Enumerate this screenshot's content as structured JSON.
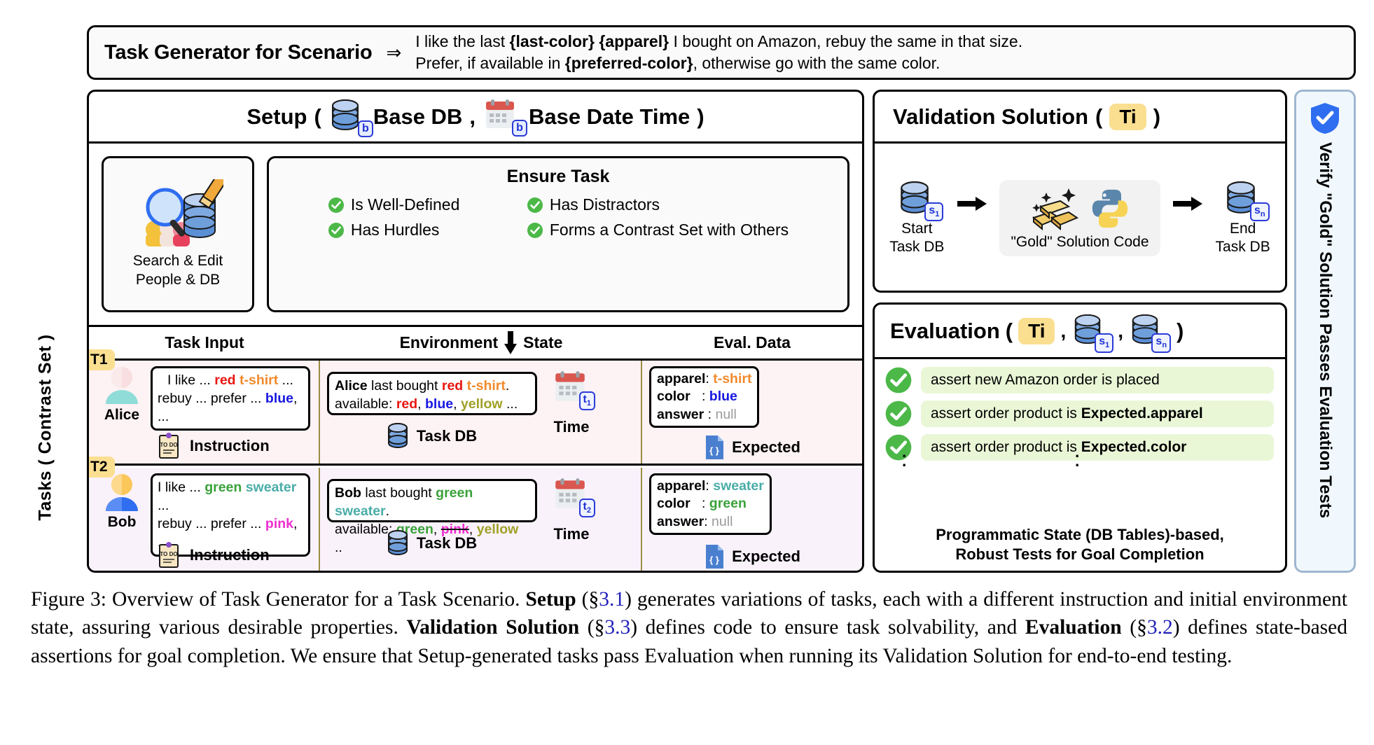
{
  "scenario": {
    "title": "Task Generator for Scenario",
    "arrow": "⇒",
    "line1_a": "I like the last ",
    "line1_v1": "{last-color}",
    "line1_b": " ",
    "line1_v2": "{apparel}",
    "line1_c": " I bought on Amazon, rebuy the same in that size.",
    "line2_a": "Prefer, if available in ",
    "line2_v1": "{preferred-color}",
    "line2_b": ", otherwise go with the same color."
  },
  "setup": {
    "title": "Setup",
    "open_paren": "(",
    "close_paren": ")",
    "comma": ",",
    "base_db_label": "Base DB",
    "base_db_sub": "b",
    "base_datetime_label": "Base Date Time",
    "base_datetime_sub": "b",
    "search_edit": {
      "line1": "Search & Edit",
      "line2": "People & DB"
    },
    "ensure": {
      "title": "Ensure Task",
      "items": [
        "Is Well-Defined",
        "Has Distractors",
        "Has Hurdles",
        "Forms a Contrast Set with Others"
      ]
    }
  },
  "columns": {
    "task_input": "Task Input",
    "environment": "Environment",
    "state": "State",
    "eval_data": "Eval. Data"
  },
  "left_vertical_label": "Tasks  ( Contrast Set )",
  "tasks": [
    {
      "tag": "T1",
      "person": "Alice",
      "instruction_label": "Instruction",
      "bubble_line1": {
        "a": "I like ... ",
        "c1": "red",
        "c2": " t-shirt",
        "b": " ..."
      },
      "bubble_line2": {
        "a": "rebuy ... prefer ... ",
        "c1": "blue",
        "b": ", ..."
      },
      "taskdb_label": "Task DB",
      "env_line1": {
        "who": "Alice",
        "a": " last bought ",
        "c1": "red",
        "c2": " t-shirt",
        "b": "."
      },
      "env_line2": {
        "a": "available: ",
        "c1": "red",
        "s1": ", ",
        "c2": "blue",
        "s2": ", ",
        "c3": "yellow",
        "b": " ..."
      },
      "time_label": "Time",
      "time_sub": "t",
      "time_idx": "1",
      "expected_label": "Expected",
      "expected": {
        "k1": "apparel",
        "s1": ": ",
        "v1": "t-shirt",
        "k2": "color",
        "s2": "   : ",
        "v2": "blue",
        "k3": "answer",
        "s3": " : ",
        "v3": "null"
      },
      "colors": {
        "v1": "#f08a2c",
        "v2": "#1818e0"
      }
    },
    {
      "tag": "T2",
      "person": "Bob",
      "instruction_label": "Instruction",
      "bubble_line1": {
        "a": "I like ... ",
        "c1": "green",
        "c2": " sweater",
        "b": " ..."
      },
      "bubble_line2": {
        "a": "rebuy ... prefer ... ",
        "c1": "pink",
        "b": ", ..."
      },
      "taskdb_label": "Task DB",
      "env_line1": {
        "who": "Bob",
        "a": " last bought ",
        "c1": "green",
        "c2": " sweater",
        "b": "."
      },
      "env_line2": {
        "a": "available: ",
        "c1": "green",
        "s1": ", ",
        "c2": "pink",
        "s2": ", ",
        "c3": "yellow",
        "b": " .."
      },
      "time_label": "Time",
      "time_sub": "t",
      "time_idx": "2",
      "expected_label": "Expected",
      "expected": {
        "k1": "apparel",
        "s1": ": ",
        "v1": "sweater",
        "k2": "color",
        "s2": "   : ",
        "v2": "green",
        "k3": "answer",
        "s3": ": ",
        "v3": "null"
      },
      "colors": {
        "v1": "#4aada8",
        "v2": "#3aa23a"
      }
    }
  ],
  "validation": {
    "title": "Validation Solution",
    "open_paren": "(",
    "close_paren": ")",
    "chip": "Ti",
    "start_line1": "Start",
    "start_line2": "Task DB",
    "start_sub": "s",
    "start_idx": "1",
    "gold_label": "\"Gold\" Solution Code",
    "end_line1": "End",
    "end_line2": "Task DB",
    "end_sub": "s",
    "end_idx": "n",
    "arrow": "➤"
  },
  "evaluation": {
    "title": "Evaluation",
    "open_paren": "(",
    "close_paren": ")",
    "comma": ",",
    "chip": "Ti",
    "db1_sub": "s",
    "db1_idx": "1",
    "db2_sub": "s",
    "db2_idx": "n",
    "assertions": [
      {
        "text": "assert new Amazon order is placed",
        "bold": ""
      },
      {
        "text": "assert order product is ",
        "bold": "Expected.apparel"
      },
      {
        "text": "assert order product is ",
        "bold": "Expected.color"
      }
    ],
    "footer_line1": "Programmatic State (DB Tables)-based,",
    "footer_line2": "Robust Tests for Goal Completion"
  },
  "verify": {
    "text": "Verify \"Gold\" Solution Passes Evaluation Tests"
  },
  "caption": {
    "full": "Figure 3: Overview of Task Generator for a Task Scenario. Setup (§3.1) generates variations of tasks, each with a different instruction and initial environment state, assuring various desirable properties. Validation Solution (§3.3) defines code to ensure task solvability, and Evaluation (§3.2) defines state-based assertions for goal completion. We ensure that Setup-generated tasks pass Evaluation when running its Validation Solution for end-to-end testing.",
    "p1": "Figure 3: Overview of Task Generator for a Task Scenario. ",
    "b1": "Setup",
    "ref1": "3.1",
    "p2": ") generates variations of tasks, each with a different instruction and initial environment state, assuring various desirable properties. ",
    "b2": "Validation Solution",
    "ref2": "3.3",
    "p3": ") defines code to ensure task solvability, and ",
    "b3": "Evaluation",
    "ref3": "3.2",
    "p4": ") defines state-based assertions for goal completion. We ensure that Setup-generated tasks pass Evaluation when running its Validation Solution for end-to-end testing."
  },
  "palette": {
    "red": "#e8170f",
    "orange": "#f08a2c",
    "blue": "#1818e0",
    "green": "#3aa23a",
    "teal": "#4aada8",
    "pink": "#ef2fd0",
    "yellow": "#a0a028",
    "grey": "#9a9a9a",
    "tag_bg": "#fadf91",
    "pill_bg": "#eaf7d7",
    "check_green": "#4cb848",
    "verify_blue": "#2f6ef0"
  }
}
